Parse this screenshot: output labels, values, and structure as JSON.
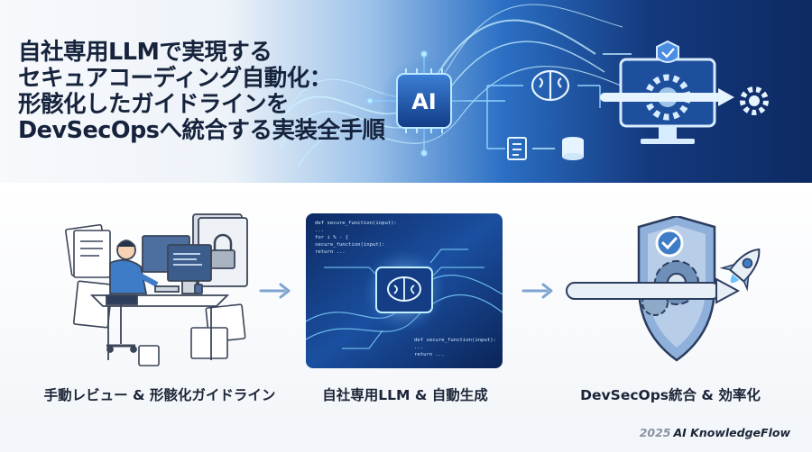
{
  "hero": {
    "title_lines": [
      "自社専用LLMで実現する",
      "セキュアコーディング自動化：",
      "形骸化したガイドラインを",
      "DevSecOpsへ統合する実装全手順"
    ],
    "chip_label": "AI"
  },
  "steps": [
    {
      "label": "手動レビュー & 形骸化ガイドライン",
      "icons": [
        "developer-at-desk-icon",
        "document-stack-icon",
        "padlock-binder-icon"
      ]
    },
    {
      "label": "自社専用LLM & 自動生成",
      "icons": [
        "brain-chip-icon"
      ],
      "code_top": [
        "def secure_function(input):",
        "  ...",
        "  for i % - {",
        "    secure_function(input):",
        "    return ..."
      ],
      "code_bottom": [
        "def secure_function(input):",
        "  ...",
        "  return ..."
      ]
    },
    {
      "label": "DevSecOps統合 & 効率化",
      "icons": [
        "shield-check-icon",
        "gear-pipeline-icon",
        "rocket-icon"
      ]
    }
  ],
  "brand": {
    "year": "2025",
    "name": "AI KnowledgeFlow"
  },
  "colors": {
    "accent": "#2f73c9",
    "dark": "#1b2437",
    "hero_dark": "#0d2a63"
  }
}
